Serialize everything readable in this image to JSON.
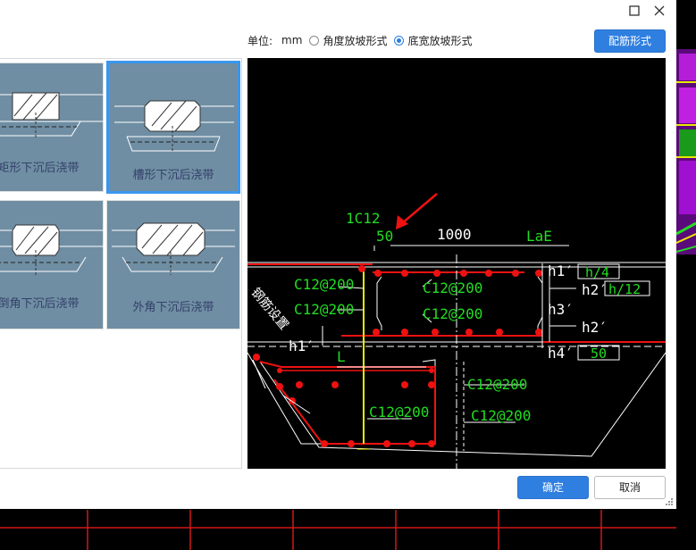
{
  "dialog": {
    "maximize_icon": "maximize-icon",
    "close_icon": "close-icon"
  },
  "toolbar": {
    "unit_label": "单位:",
    "unit_value": "mm",
    "radio_angle": "角度放坡形式",
    "radio_width": "底宽放坡形式",
    "selected_option": "底宽放坡形式",
    "rebar_button": "配筋形式"
  },
  "gallery": {
    "items": [
      {
        "label": "矩形下沉后浇带",
        "selected": false
      },
      {
        "label": "槽形下沉后浇带",
        "selected": true
      },
      {
        "label": "倒角下沉后浇带",
        "selected": false
      },
      {
        "label": "外角下沉后浇带",
        "selected": false
      }
    ]
  },
  "preview": {
    "labels": {
      "top_bar": "1C12",
      "fifty_top": "50",
      "width": "1000",
      "lae": "LaE",
      "h1p": "h1′",
      "h4_box": "h/4",
      "h2p_a": "h2′",
      "h12_box": "h/12",
      "h3p": "h3′",
      "h2p_b": "h2′",
      "h4p": "h4′",
      "fifty_box": "50",
      "rebar_1": "C12@200",
      "rebar_2": "C12@200",
      "rebar_3": "C12@200",
      "rebar_4": "C12@200",
      "rebar_5": "C12@200",
      "rebar_6": "C12@200",
      "rebar_7": "C12@200",
      "h1p_left": "h1′",
      "L": "L",
      "slope_text": "钢筋设置"
    }
  },
  "footer": {
    "ok": "确定",
    "cancel": "取消"
  },
  "colors": {
    "accent": "#2f7fe0",
    "selected_border": "#3a97ee",
    "card_bg": "#6f8ea3",
    "cad_green": "#22dd22",
    "cad_red": "#ee1111",
    "cad_yellow": "#f2f200"
  }
}
